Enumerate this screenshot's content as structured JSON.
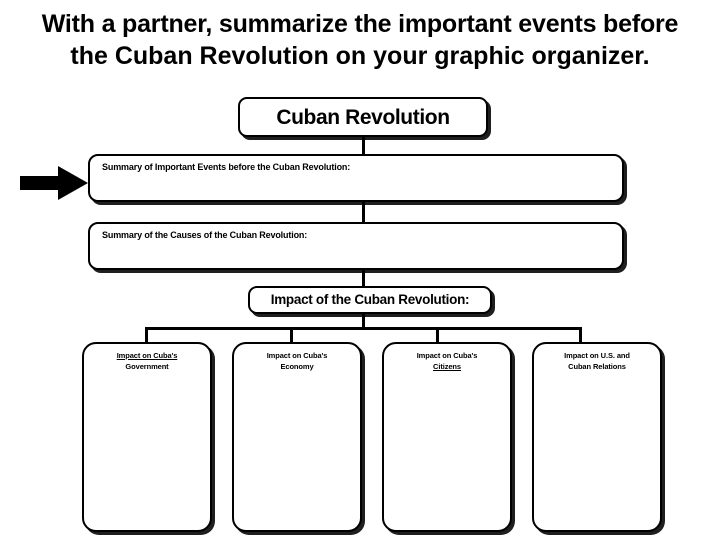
{
  "slide": {
    "heading_line1": "With a partner, summarize the important events before",
    "heading_line2": "the Cuban Revolution on your graphic organizer."
  },
  "organizer": {
    "title_box": {
      "label": "Cuban Revolution"
    },
    "summary_boxes": [
      {
        "label": "Summary of Important Events before the Cuban Revolution:",
        "content": ""
      },
      {
        "label": "Summary of the Causes of the Cuban Revolution:",
        "content": ""
      }
    ],
    "impact_title_box": {
      "label": "Impact of the Cuban Revolution:"
    },
    "impact_columns": [
      {
        "line1": "Impact on Cuba's",
        "line2": "Government",
        "underline": "line1",
        "content": ""
      },
      {
        "line1": "Impact on Cuba's",
        "line2": "Economy",
        "underline": "none",
        "content": ""
      },
      {
        "line1": "Impact on Cuba's",
        "line2": "Citizens",
        "underline": "line2",
        "content": ""
      },
      {
        "line1": "Impact on U.S. and",
        "line2": "Cuban Relations",
        "underline": "none",
        "content": ""
      }
    ],
    "pointer_arrow": {
      "name": "right-arrow-pointer",
      "color": "#000000"
    }
  },
  "colors": {
    "background": "#ffffff",
    "ink": "#000000",
    "shadow": "#000000"
  }
}
